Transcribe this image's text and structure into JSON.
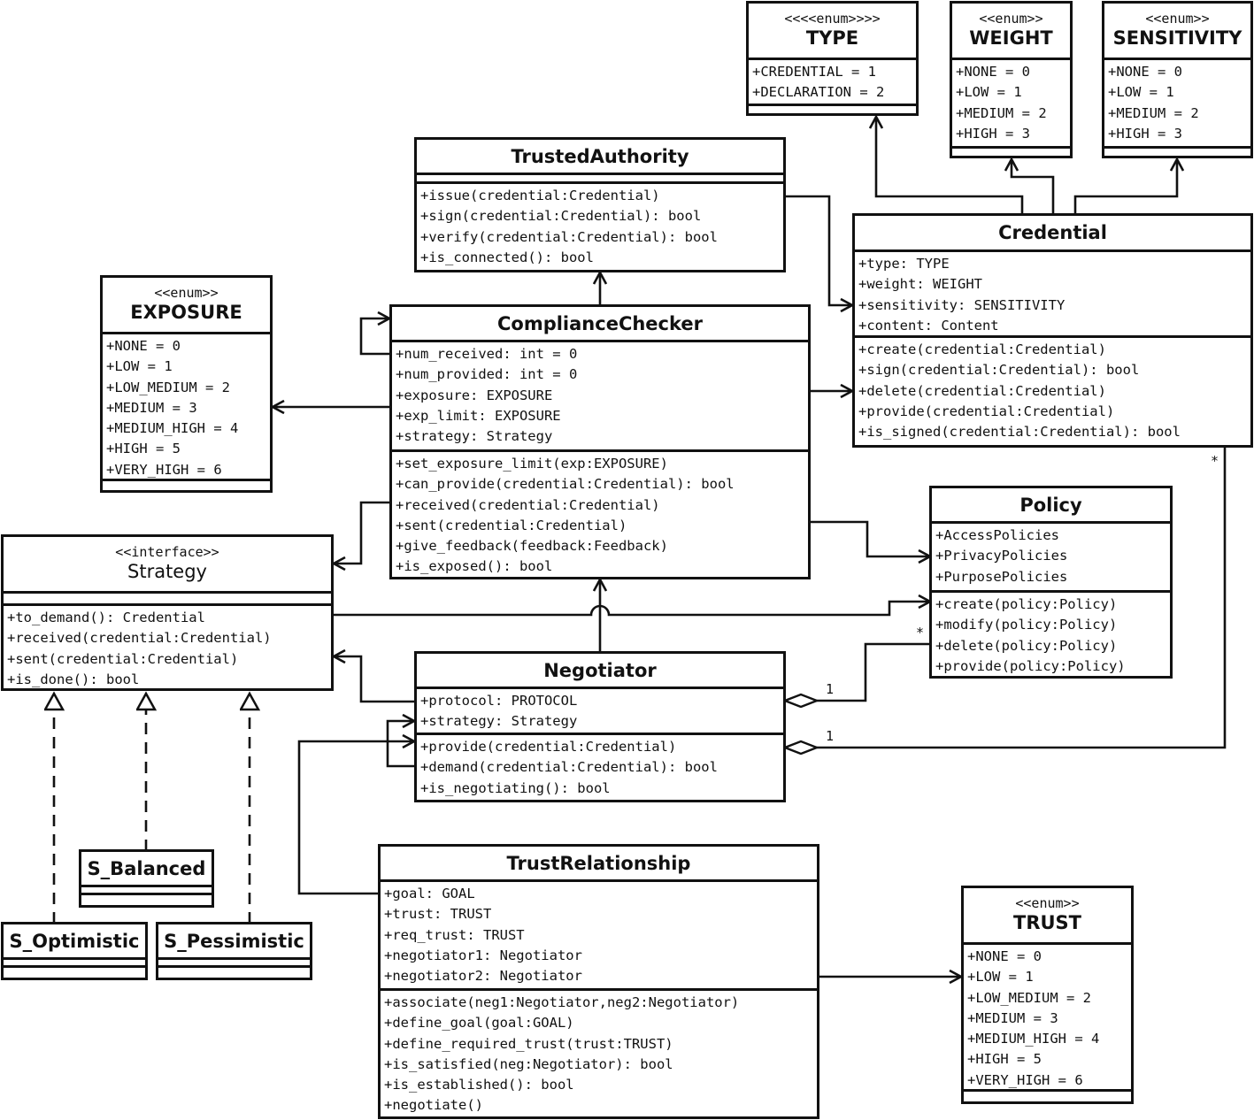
{
  "classes": {
    "type_enum": {
      "stereotype": "<<<<enum>>>>",
      "name": "TYPE",
      "attributes": [
        "+CREDENTIAL = 1",
        "+DECLARATION = 2"
      ],
      "operations": []
    },
    "weight_enum": {
      "stereotype": "<<enum>>",
      "name": "WEIGHT",
      "attributes": [
        "+NONE = 0",
        "+LOW = 1",
        "+MEDIUM = 2",
        "+HIGH = 3"
      ],
      "operations": []
    },
    "sensitivity_enum": {
      "stereotype": "<<enum>>",
      "name": "SENSITIVITY",
      "attributes": [
        "+NONE = 0",
        "+LOW = 1",
        "+MEDIUM = 2",
        "+HIGH = 3"
      ],
      "operations": []
    },
    "trusted_authority": {
      "name": "TrustedAuthority",
      "attributes": [],
      "operations": [
        "+issue(credential:Credential)",
        "+sign(credential:Credential): bool",
        "+verify(credential:Credential): bool",
        "+is_connected(): bool"
      ]
    },
    "credential": {
      "name": "Credential",
      "attributes": [
        "+type: TYPE",
        "+weight: WEIGHT",
        "+sensitivity: SENSITIVITY",
        "+content: Content"
      ],
      "operations": [
        "+create(credential:Credential)",
        "+sign(credential:Credential): bool",
        "+delete(credential:Credential)",
        "+provide(credential:Credential)",
        "+is_signed(credential:Credential): bool"
      ]
    },
    "exposure_enum": {
      "stereotype": "<<enum>>",
      "name": "EXPOSURE",
      "attributes": [
        "+NONE = 0",
        "+LOW = 1",
        "+LOW_MEDIUM = 2",
        "+MEDIUM = 3",
        "+MEDIUM_HIGH = 4",
        "+HIGH = 5",
        "+VERY_HIGH = 6"
      ],
      "operations": []
    },
    "compliance_checker": {
      "name": "ComplianceChecker",
      "attributes": [
        "+num_received: int = 0",
        "+num_provided: int = 0",
        "+exposure: EXPOSURE",
        "+exp_limit: EXPOSURE",
        "+strategy: Strategy"
      ],
      "operations": [
        "+set_exposure_limit(exp:EXPOSURE)",
        "+can_provide(credential:Credential): bool",
        "+received(credential:Credential)",
        "+sent(credential:Credential)",
        "+give_feedback(feedback:Feedback)",
        "+is_exposed(): bool"
      ]
    },
    "policy": {
      "name": "Policy",
      "attributes": [
        "+AccessPolicies",
        "+PrivacyPolicies",
        "+PurposePolicies"
      ],
      "operations": [
        "+create(policy:Policy)",
        "+modify(policy:Policy)",
        "+delete(policy:Policy)",
        "+provide(policy:Policy)"
      ]
    },
    "strategy": {
      "stereotype": "<<interface>>",
      "name": "Strategy",
      "attributes": [],
      "operations": [
        "+to_demand(): Credential",
        "+received(credential:Credential)",
        "+sent(credential:Credential)",
        "+is_done(): bool"
      ]
    },
    "negotiator": {
      "name": "Negotiator",
      "attributes": [
        "+protocol: PROTOCOL",
        "+strategy: Strategy"
      ],
      "operations": [
        "+provide(credential:Credential)",
        "+demand(credential:Credential): bool",
        "+is_negotiating(): bool"
      ]
    },
    "s_balanced": {
      "name": "S_Balanced",
      "attributes": [],
      "operations": []
    },
    "s_optimistic": {
      "name": "S_Optimistic",
      "attributes": [],
      "operations": []
    },
    "s_pessimistic": {
      "name": "S_Pessimistic",
      "attributes": [],
      "operations": []
    },
    "trust_relationship": {
      "name": "TrustRelationship",
      "attributes": [
        "+goal: GOAL",
        "+trust: TRUST",
        "+req_trust: TRUST",
        "+negotiator1: Negotiator",
        "+negotiator2: Negotiator"
      ],
      "operations": [
        "+associate(neg1:Negotiator,neg2:Negotiator)",
        "+define_goal(goal:GOAL)",
        "+define_required_trust(trust:TRUST)",
        "+is_satisfied(neg:Negotiator): bool",
        "+is_established(): bool",
        "+negotiate()"
      ]
    },
    "trust_enum": {
      "stereotype": "<<enum>>",
      "name": "TRUST",
      "attributes": [
        "+NONE = 0",
        "+LOW = 1",
        "+LOW_MEDIUM = 2",
        "+MEDIUM = 3",
        "+MEDIUM_HIGH = 4",
        "+HIGH = 5",
        "+VERY_HIGH = 6"
      ],
      "operations": []
    }
  },
  "multiplicities": {
    "credential_star": "*",
    "negotiator_credential_one": "1",
    "policy_star": "*",
    "negotiator_policy_one": "1"
  }
}
